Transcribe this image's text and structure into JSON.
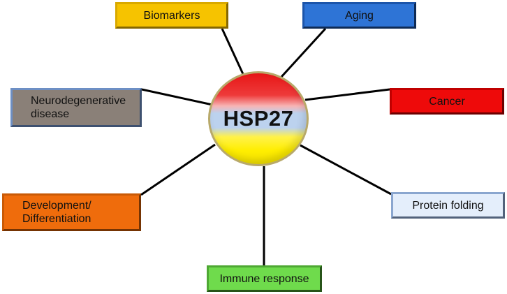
{
  "hub": {
    "label": "HSP27"
  },
  "nodes": {
    "biomarkers": "Biomarkers",
    "aging": "Aging",
    "neuro": "Neurodegenerative\ndisease",
    "cancer": "Cancer",
    "development": "Development/\nDifferentiation",
    "protein_folding": "Protein folding",
    "immune": "Immune response"
  },
  "colors": {
    "biomarkers": "#f6c300",
    "aging": "#2e74d6",
    "neuro": "#8a8078",
    "cancer": "#ee0a0a",
    "development": "#ef6c0c",
    "protein_folding": "#e4eefb",
    "immune": "#6fdb4c",
    "hub_top": "#e71616",
    "hub_middle": "#bcd2ee",
    "hub_bottom": "#ffee00"
  }
}
